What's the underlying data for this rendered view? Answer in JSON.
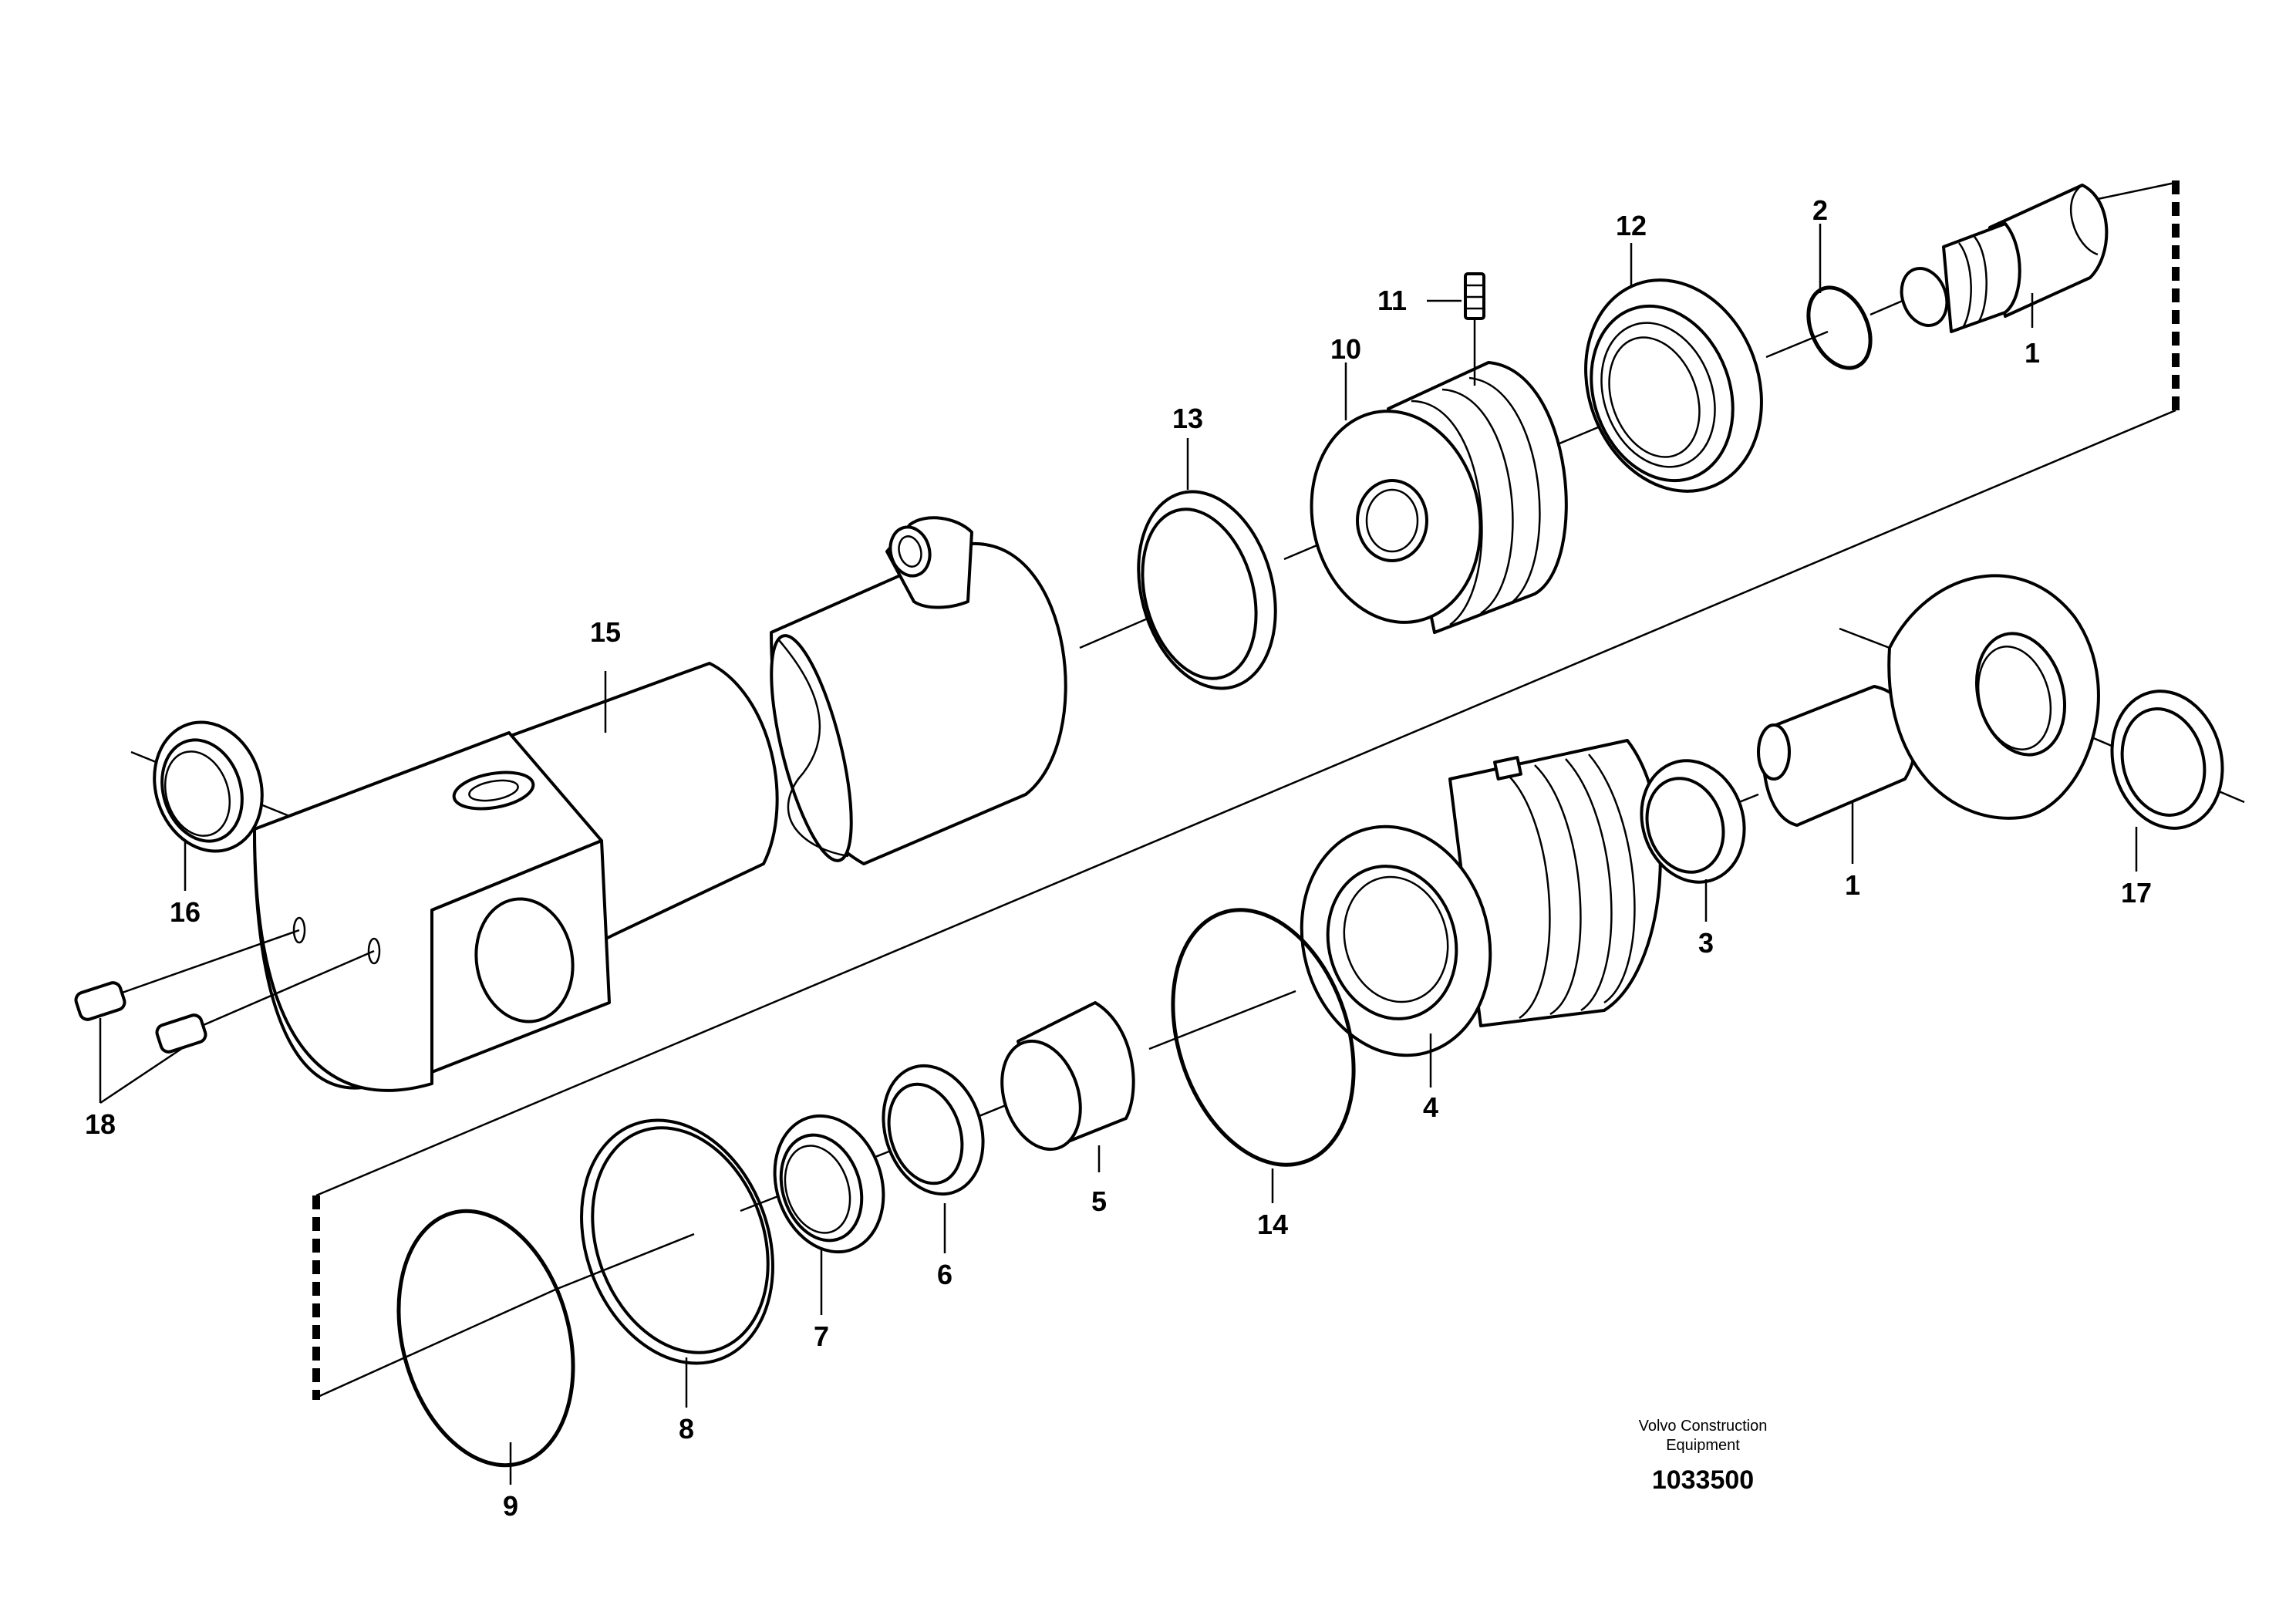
{
  "diagram": {
    "part_labels": {
      "p1a": "1",
      "p1b": "1",
      "p2": "2",
      "p3": "3",
      "p4": "4",
      "p5": "5",
      "p6": "6",
      "p7": "7",
      "p8": "8",
      "p9": "9",
      "p10": "10",
      "p11": "11",
      "p12": "12",
      "p13": "13",
      "p14": "14",
      "p15": "15",
      "p16": "16",
      "p17": "17",
      "p18": "18"
    },
    "footer": {
      "company_line1": "Volvo Construction",
      "company_line2": "Equipment",
      "drawing_number": "1033500"
    }
  }
}
